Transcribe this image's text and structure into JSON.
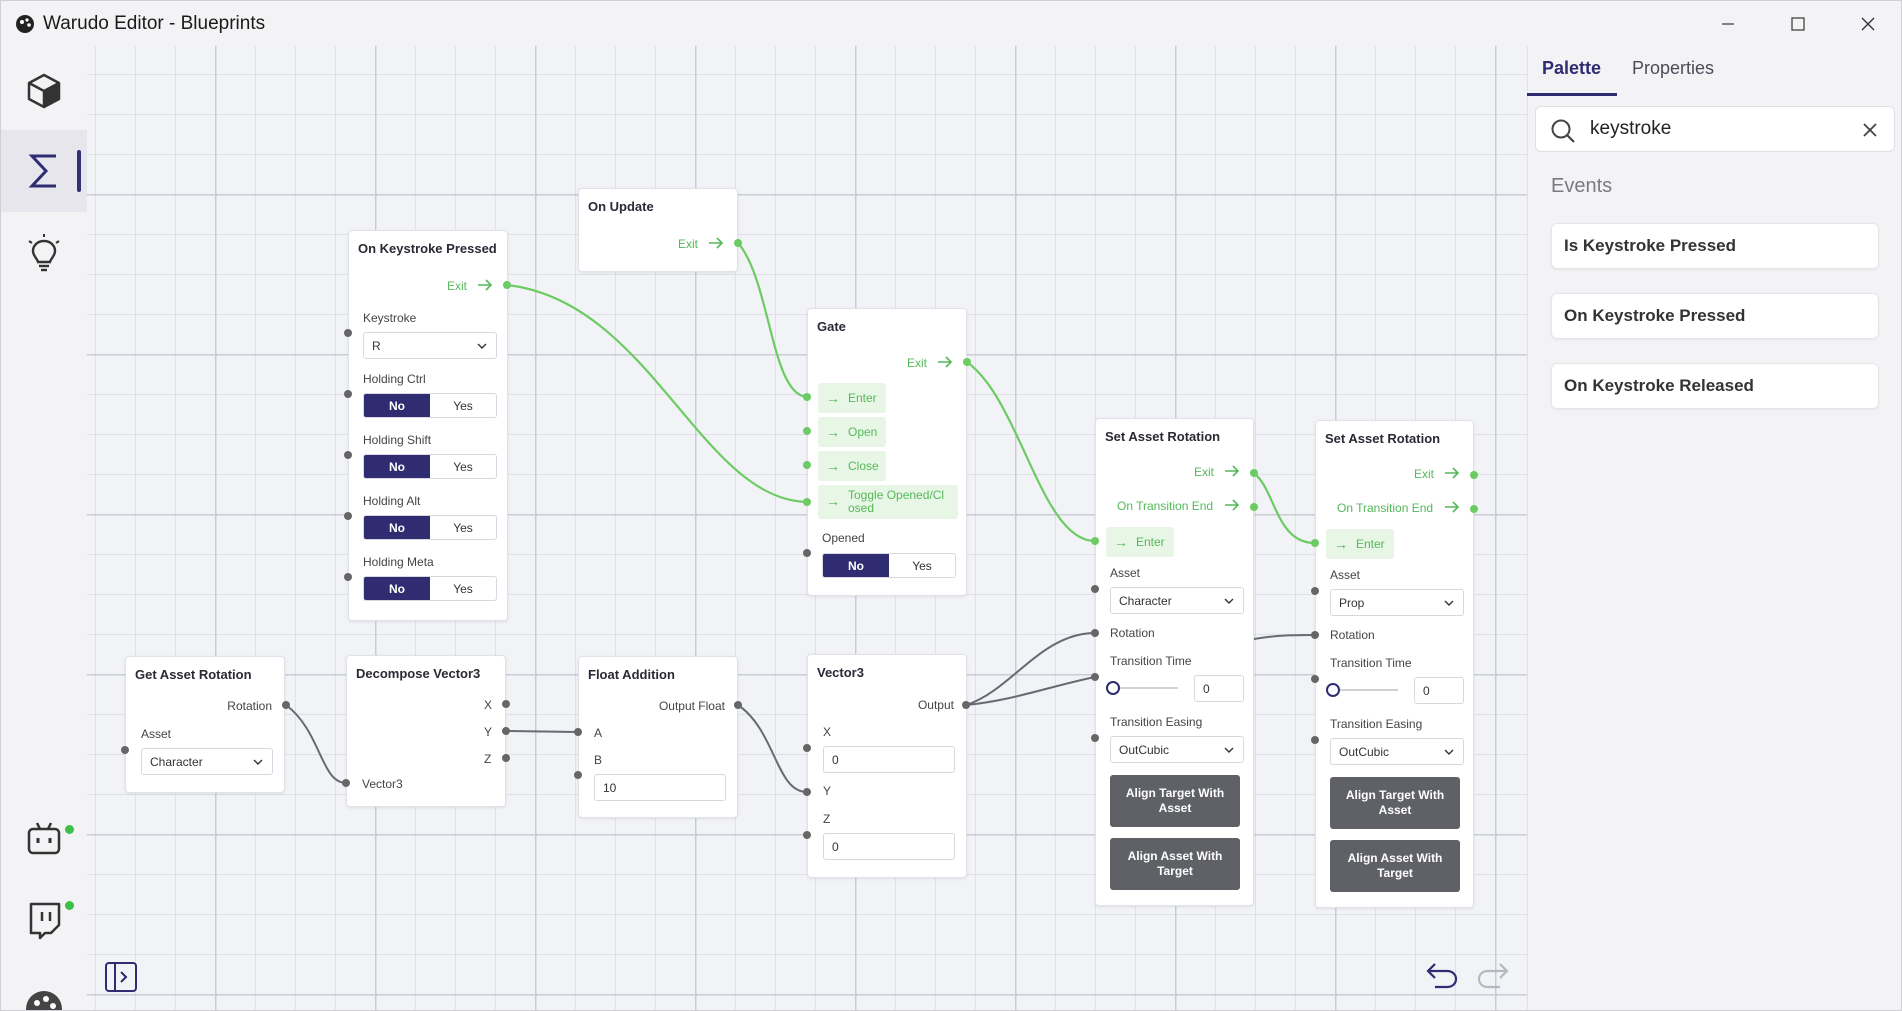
{
  "window": {
    "title": "Warudo Editor - Blueprints"
  },
  "sidebar": {
    "items": [
      {
        "icon": "cube-icon"
      },
      {
        "icon": "sigma-icon",
        "active": true
      },
      {
        "icon": "lightbulb-icon"
      },
      {
        "icon": "bot-icon",
        "status": "online"
      },
      {
        "icon": "twitch-icon",
        "status": "online"
      },
      {
        "icon": "palette-icon"
      }
    ]
  },
  "right_panel": {
    "tabs": [
      "Palette",
      "Properties"
    ],
    "active_tab": "Palette",
    "search": {
      "value": "keystroke"
    },
    "section_title": "Events",
    "items": [
      "Is Keystroke Pressed",
      "On Keystroke Pressed",
      "On Keystroke Released"
    ]
  },
  "nodes": {
    "on_keystroke_pressed": {
      "title": "On Keystroke Pressed",
      "exit": "Exit",
      "keystroke_label": "Keystroke",
      "keystroke_value": "R",
      "ctrl_label": "Holding Ctrl",
      "shift_label": "Holding Shift",
      "alt_label": "Holding Alt",
      "meta_label": "Holding Meta",
      "no": "No",
      "yes": "Yes"
    },
    "on_update": {
      "title": "On Update",
      "exit": "Exit"
    },
    "gate": {
      "title": "Gate",
      "exit": "Exit",
      "enter": "Enter",
      "open": "Open",
      "close": "Close",
      "toggle": "Toggle Opened/Cl osed",
      "opened_label": "Opened",
      "no": "No",
      "yes": "Yes"
    },
    "set_rot_1": {
      "title": "Set Asset Rotation",
      "exit": "Exit",
      "transition_end": "On Transition End",
      "enter": "Enter",
      "asset_label": "Asset",
      "asset_value": "Character",
      "rotation_label": "Rotation",
      "transition_time_label": "Transition Time",
      "transition_time_value": "0",
      "easing_label": "Transition Easing",
      "easing_value": "OutCubic",
      "btn_target": "Align Target With Asset",
      "btn_asset": "Align Asset With Target"
    },
    "set_rot_2": {
      "title": "Set Asset Rotation",
      "exit": "Exit",
      "transition_end": "On Transition End",
      "enter": "Enter",
      "asset_label": "Asset",
      "asset_value": "Prop",
      "rotation_label": "Rotation",
      "transition_time_label": "Transition Time",
      "transition_time_value": "0",
      "easing_label": "Transition Easing",
      "easing_value": "OutCubic",
      "btn_target": "Align Target With Asset",
      "btn_asset": "Align Asset With Target"
    },
    "get_asset_rotation": {
      "title": "Get Asset Rotation",
      "rotation": "Rotation",
      "asset_label": "Asset",
      "asset_value": "Character"
    },
    "decompose_vector3": {
      "title": "Decompose Vector3",
      "x": "X",
      "y": "Y",
      "z": "Z",
      "input": "Vector3"
    },
    "float_addition": {
      "title": "Float Addition",
      "output": "Output Float",
      "a": "A",
      "b": "B",
      "b_value": "10"
    },
    "vector3": {
      "title": "Vector3",
      "output": "Output",
      "x": "X",
      "x_value": "0",
      "y": "Y",
      "z": "Z",
      "z_value": "0"
    }
  },
  "colors": {
    "accent": "#2f2c72",
    "flow": "#6ccb63",
    "data_wire": "#666a72",
    "online": "#3cc04a"
  },
  "bottom": {
    "undo_icon": "undo-icon",
    "redo_icon": "redo-icon",
    "toggle_icon": "sidebar-toggle-icon"
  }
}
